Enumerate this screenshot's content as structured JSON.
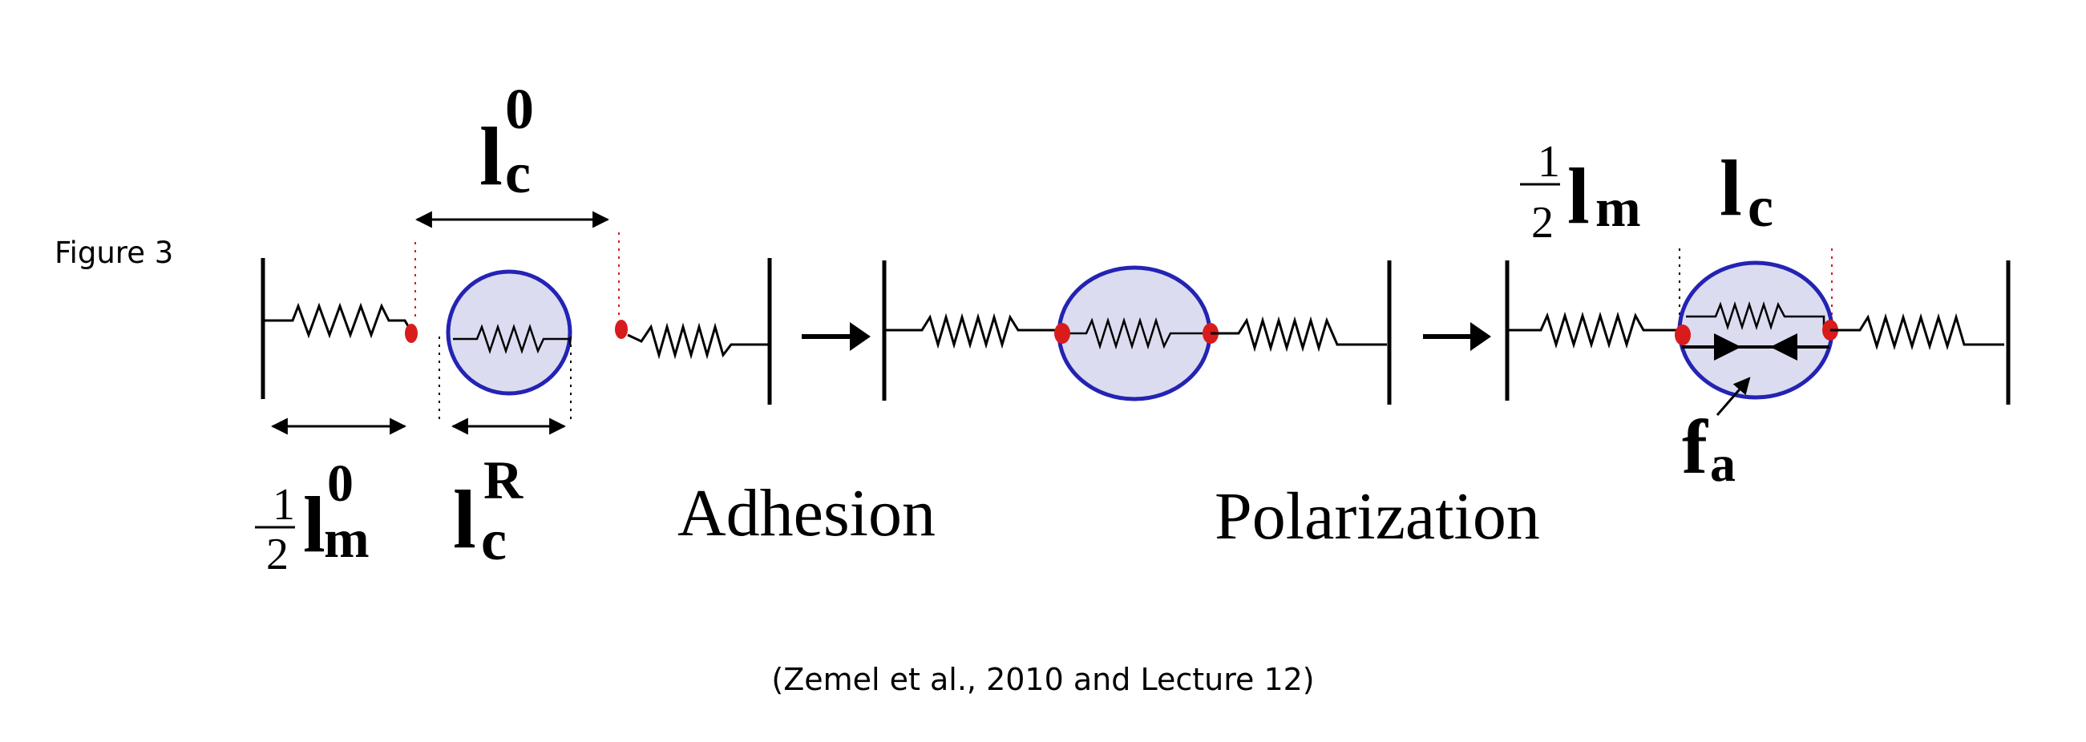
{
  "figure_label": "Figure 3",
  "citation": "(Zemel et al., 2010 and Lecture 12)",
  "stages": {
    "adhesion": "Adhesion",
    "polarization": "Polarization"
  },
  "labels": {
    "half": {
      "numerator": "1",
      "denominator": "2"
    },
    "lm_symbol": "l",
    "lm_subscript": "m",
    "lm_superscript": "0",
    "lc_symbol": "l",
    "lc_subscript": "c",
    "lc0_superscript": "0",
    "lcR_superscript": "R",
    "fa_symbol": "f",
    "fa_subscript": "a"
  },
  "colors": {
    "cell_fill": "#dcdcf0",
    "cell_stroke": "#2323b4",
    "adhesion_point": "#d81c1c",
    "line": "#000000"
  },
  "icons": {
    "transition_arrow": "right-arrow-icon",
    "dimension_arrow": "double-headed-arrow-icon"
  }
}
